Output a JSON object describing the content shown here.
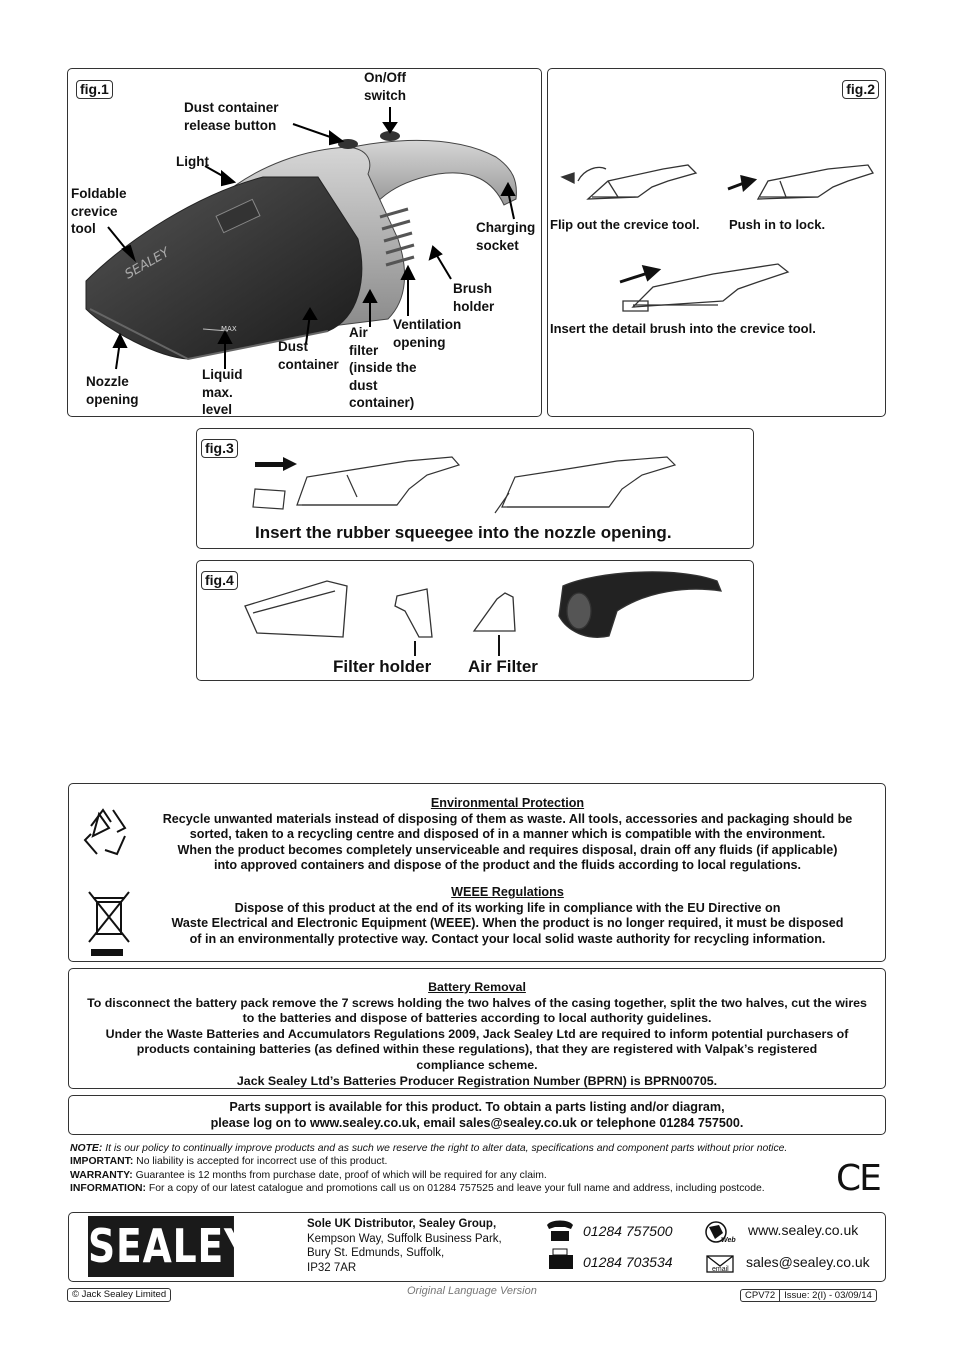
{
  "fig1": {
    "tag": "fig.1",
    "labels": {
      "on_off": [
        "On/Off",
        "switch"
      ],
      "dust_release": [
        "Dust container",
        "release button"
      ],
      "light": [
        "Light"
      ],
      "foldable": [
        "Foldable",
        "crevice",
        "tool"
      ],
      "charging": [
        "Charging",
        "socket"
      ],
      "brush": [
        "Brush",
        "holder"
      ],
      "ventilation": [
        "Ventilation",
        "opening"
      ],
      "air_filter": [
        "Air",
        "filter",
        "(inside the",
        "dust",
        "container)"
      ],
      "dust_container": [
        "Dust",
        "container"
      ],
      "liquid": [
        "Liquid",
        "max.",
        "level"
      ],
      "nozzle": [
        "Nozzle",
        "opening"
      ]
    },
    "device_text": "SEALEY",
    "max_mark": "MAX"
  },
  "fig2": {
    "tag": "fig.2",
    "cap1": "Flip out the crevice tool.",
    "cap2": "Push in to lock.",
    "cap3": "Insert the detail brush into the crevice tool."
  },
  "fig3": {
    "tag": "fig.3",
    "caption": "Insert the rubber squeegee into the nozzle opening."
  },
  "fig4": {
    "tag": "fig.4",
    "filter_holder": "Filter holder",
    "air_filter": "Air Filter"
  },
  "env": {
    "title": "Environmental Protection",
    "lines": [
      "Recycle unwanted materials instead of disposing of them as waste. All tools, accessories and packaging should be",
      "sorted, taken to a recycling centre and disposed of in a manner which is compatible with the environment.",
      "When the product becomes completely unserviceable and requires disposal, drain off any fluids (if applicable)",
      "into approved containers and dispose of the product and the fluids according to local regulations."
    ],
    "weee_title": "WEEE Regulations",
    "weee_lines": [
      "Dispose of this product at the end of its working life in compliance with the EU Directive on",
      "Waste Electrical and Electronic Equipment (WEEE). When the product is no longer required, it must be disposed",
      "of in an environmentally protective way. Contact your local solid waste authority for recycling information."
    ]
  },
  "battery": {
    "title": "Battery Removal",
    "lines": [
      "To disconnect the battery pack remove the 7 screws holding the two halves of the casing together, split the two halves, cut the wires",
      "to the batteries and dispose of batteries according to local authority guidelines.",
      "Under the Waste Batteries and Accumulators Regulations 2009, Jack Sealey Ltd are required to inform potential purchasers of",
      "products containing batteries (as defined within these regulations), that they are registered with Valpak’s registered",
      "compliance scheme.",
      "Jack Sealey Ltd’s Batteries Producer Registration Number (BPRN) is BPRN00705."
    ]
  },
  "parts": {
    "lines": [
      "Parts support is available for this product. To obtain a parts listing and/or diagram,",
      "please log on to www.sealey.co.uk, email sales@sealey.co.uk or telephone 01284 757500."
    ]
  },
  "notes": [
    {
      "k": "NOTE:",
      "v": " It is our policy to continually improve products and as such we reserve the right to alter data, specifications and component parts without prior notice."
    },
    {
      "k": "IMPORTANT:",
      "v": " No liability is accepted for incorrect use of this product."
    },
    {
      "k": "WARRANTY:",
      "v": " Guarantee is 12 months from purchase date, proof of which will be required for any claim."
    },
    {
      "k": "INFORMATION:",
      "v": " For a copy of our latest catalogue and promotions call us on 01284 757525 and leave your full name and address, including postcode."
    }
  ],
  "ce": "CE",
  "footer": {
    "logo": "SEALEY",
    "distributor": "Sole UK Distributor, Sealey Group,",
    "address": [
      "Kempson Way, Suffolk Business Park,",
      "Bury St. Edmunds, Suffolk,",
      "IP32 7AR"
    ],
    "phone": "01284 757500",
    "fax": "01284 703534",
    "web": "www.sealey.co.uk",
    "web_icon_label": "Web",
    "email": "sales@sealey.co.uk",
    "email_icon_label": "email",
    "copyright": "© Jack Sealey Limited",
    "original": "Original Language Version",
    "model": "CPV72",
    "issue": "Issue: 2(I) - 03/09/14"
  }
}
